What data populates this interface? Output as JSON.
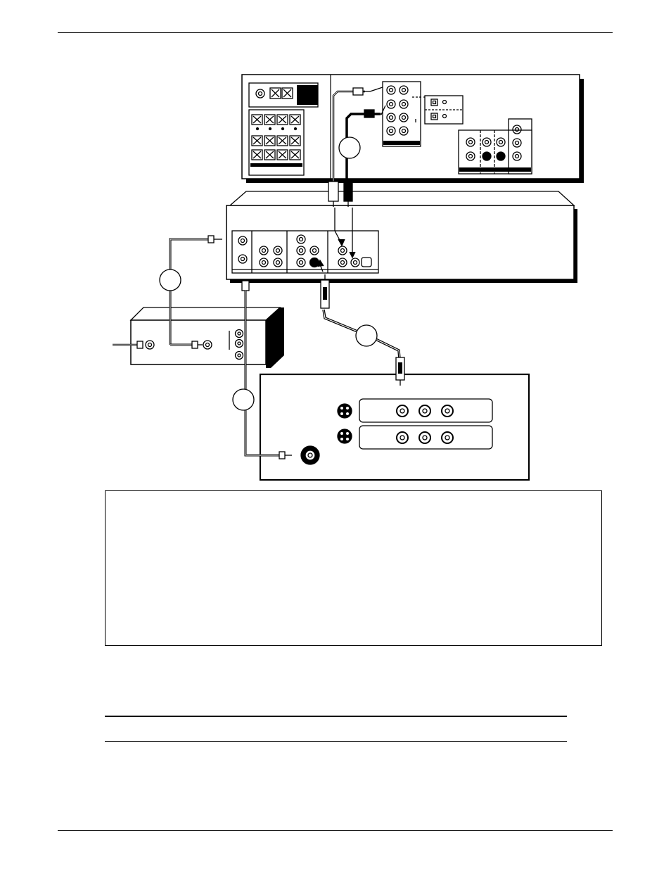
{
  "page": {
    "background": "#ffffff",
    "line_color": "#000000"
  },
  "diagram": {
    "devices": [
      {
        "id": "audio-receiver",
        "icon": "receiver-rear-panel-icon"
      },
      {
        "id": "dvd-player",
        "icon": "dvd-rear-panel-icon"
      },
      {
        "id": "vcr",
        "icon": "vcr-rear-panel-icon"
      },
      {
        "id": "television",
        "icon": "tv-rear-panel-icon"
      }
    ],
    "cables": [
      {
        "id": "audio-cable-pair",
        "callout": ""
      },
      {
        "id": "svideo-cable",
        "callout": ""
      },
      {
        "id": "coax-vcr-to-dvd",
        "callout": ""
      },
      {
        "id": "coax-dvd-to-tv",
        "callout": ""
      }
    ]
  },
  "note_box": {
    "text": ""
  }
}
